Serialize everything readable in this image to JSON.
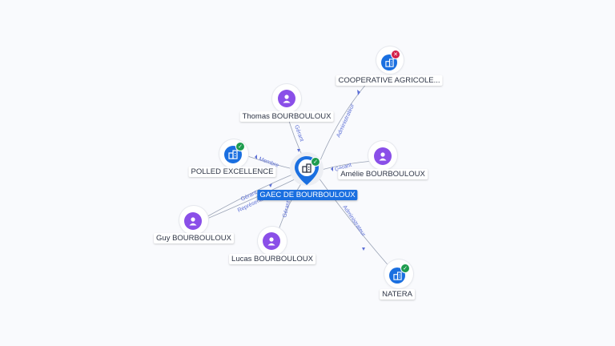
{
  "center": {
    "name": "GAEC DE BOURBOULOUX",
    "icon": "building-icon",
    "status": "active",
    "accent": "#1a6fe0"
  },
  "nodes": [
    {
      "id": "cooperative",
      "label": "COOPERATIVE AGRICOLE...",
      "kind": "company",
      "status": "closed",
      "icon": "building-icon"
    },
    {
      "id": "thomas",
      "label": "Thomas BOURBOULOUX",
      "kind": "person",
      "icon": "user-icon"
    },
    {
      "id": "polled",
      "label": "POLLED EXCELLENCE",
      "kind": "company",
      "status": "active",
      "icon": "building-icon"
    },
    {
      "id": "amelie",
      "label": "Amélie BOURBOULOUX",
      "kind": "person",
      "icon": "user-icon"
    },
    {
      "id": "guy",
      "label": "Guy BOURBOULOUX",
      "kind": "person",
      "icon": "user-icon"
    },
    {
      "id": "lucas",
      "label": "Lucas BOURBOULOUX",
      "kind": "person",
      "icon": "user-icon"
    },
    {
      "id": "natera",
      "label": "NATERA",
      "kind": "company",
      "status": "active",
      "icon": "building-icon"
    }
  ],
  "edges": [
    {
      "from": "center",
      "to": "cooperative",
      "label": "Administrateur"
    },
    {
      "from": "thomas",
      "to": "center",
      "label": "Gérant"
    },
    {
      "from": "center",
      "to": "polled",
      "label": "Membre"
    },
    {
      "from": "amelie",
      "to": "center",
      "label": "Gérant"
    },
    {
      "from": "guy",
      "to": "center",
      "label": "Gérant"
    },
    {
      "from": "guy",
      "to": "center",
      "label": "Représentant"
    },
    {
      "from": "lucas",
      "to": "center",
      "label": "Gérant"
    },
    {
      "from": "center",
      "to": "natera",
      "label": "Administrateur"
    }
  ],
  "colors": {
    "person": "#8a4fe8",
    "company": "#1a6fe0",
    "active_badge": "#1e9c4e",
    "closed_badge": "#d3204a",
    "edge_label": "#5c6fd6"
  }
}
